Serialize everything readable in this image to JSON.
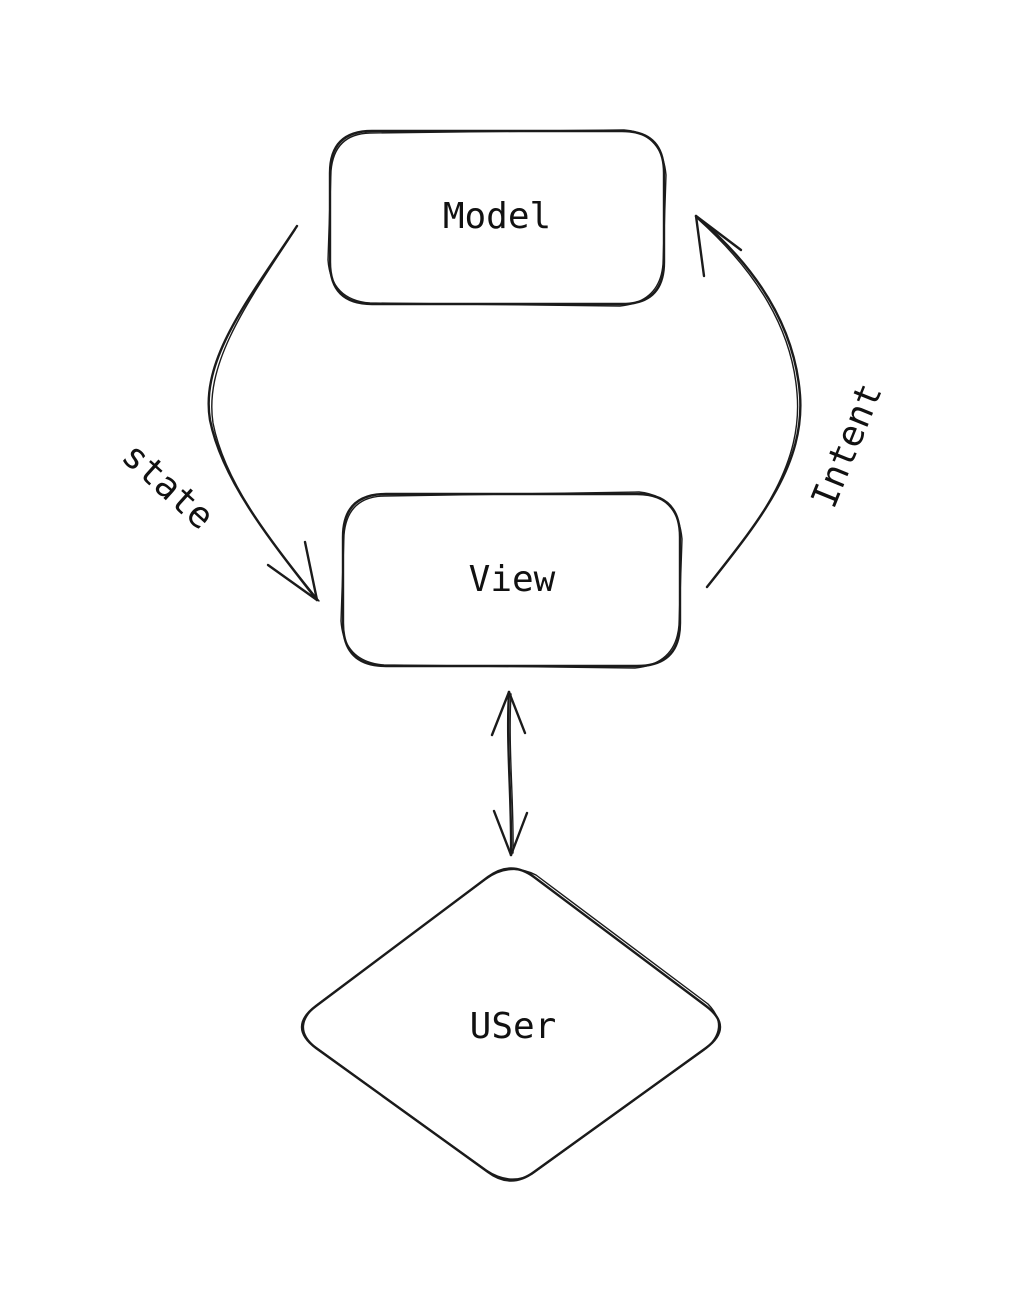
{
  "nodes": {
    "model": {
      "label": "Model",
      "shape": "rounded-rectangle"
    },
    "view": {
      "label": "View",
      "shape": "rounded-rectangle"
    },
    "user": {
      "label": "USer",
      "shape": "diamond"
    }
  },
  "edges": {
    "state": {
      "label": "state",
      "from": "model",
      "to": "view",
      "direction": "one-way"
    },
    "intent": {
      "label": "Intent",
      "from": "view",
      "to": "model",
      "direction": "one-way"
    },
    "view_user": {
      "label": "",
      "from": "view",
      "to": "user",
      "direction": "two-way"
    }
  },
  "colors": {
    "stroke": "#1b1b1b",
    "background": "#ffffff"
  }
}
